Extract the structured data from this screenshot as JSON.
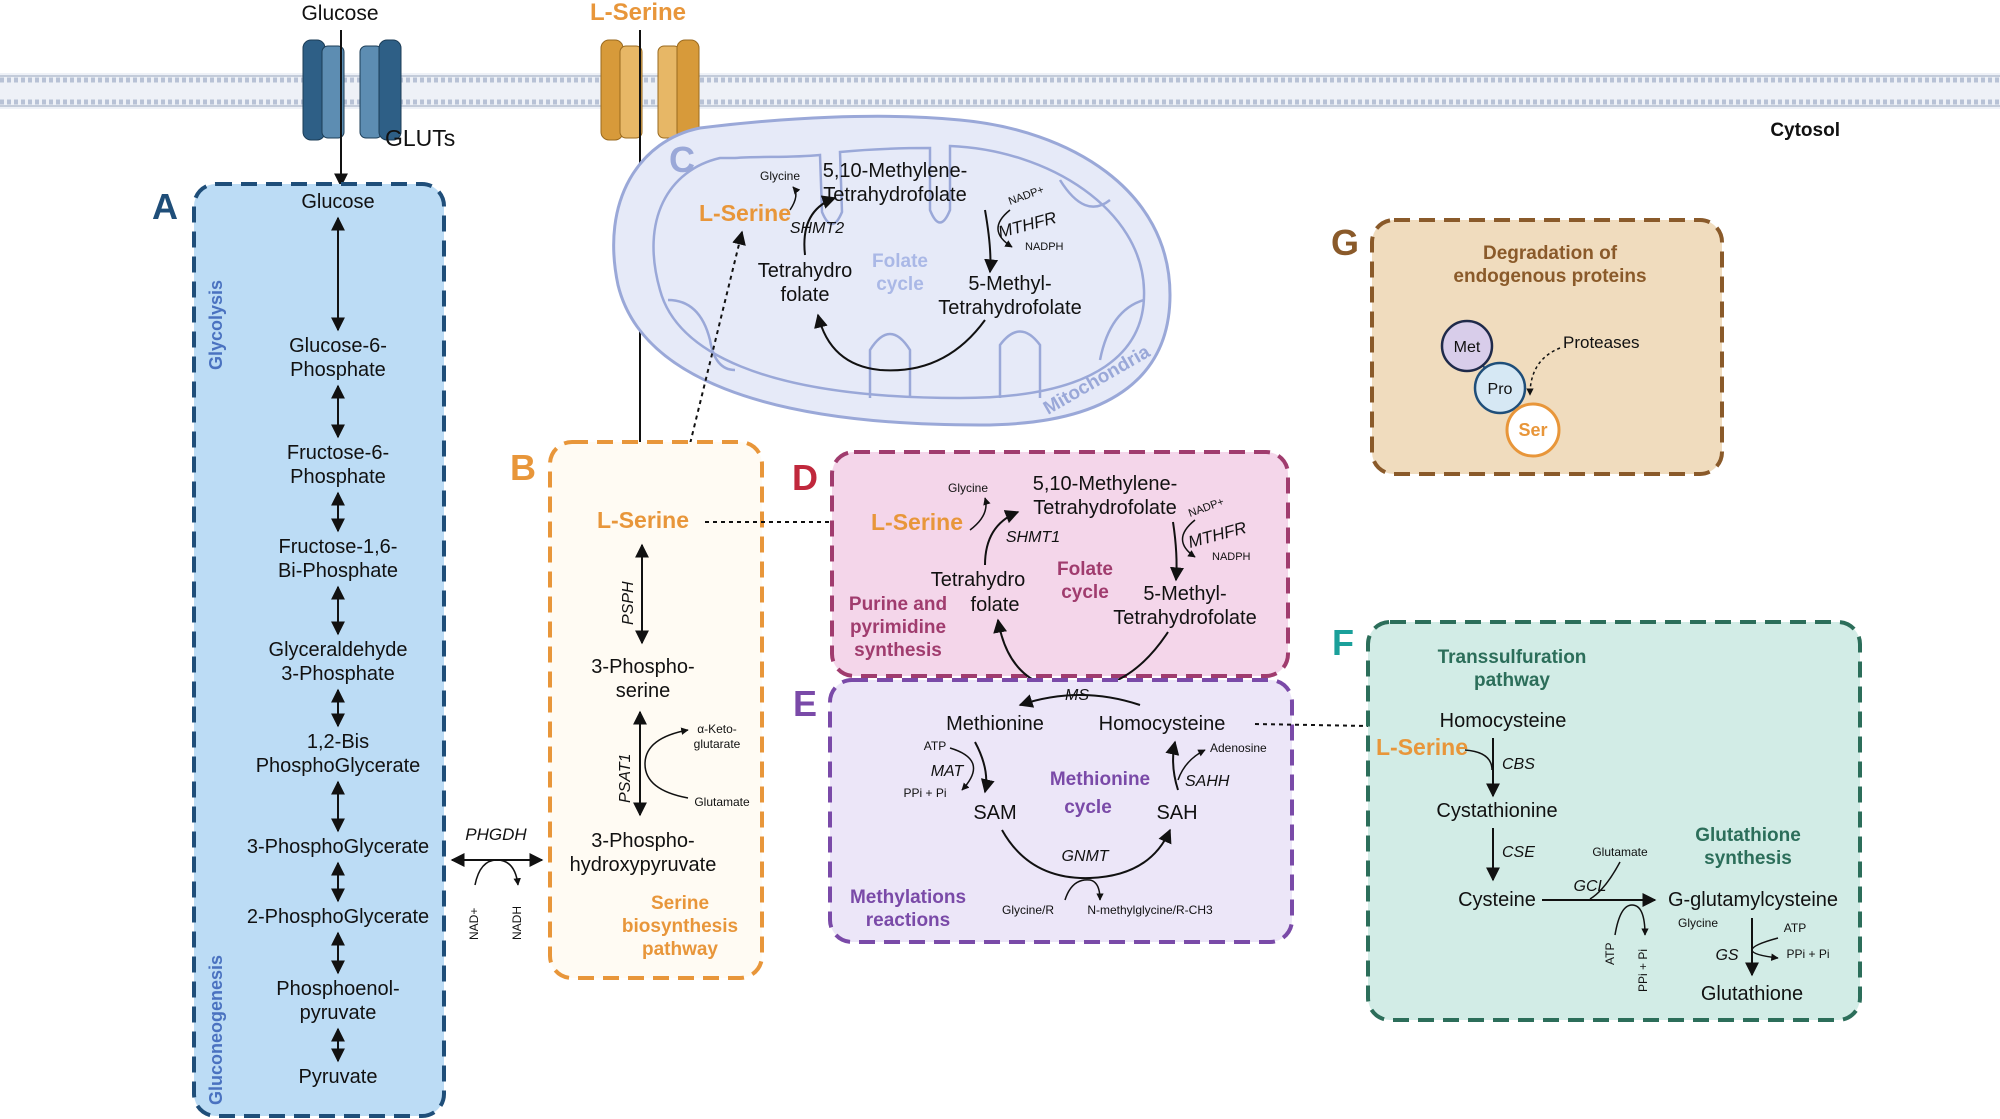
{
  "colors": {
    "A": "#1f4e79",
    "A_fill": "#bcdcf5",
    "A_text": "#4a72c0",
    "B": "#e8963a",
    "B_fill": "#fffbf3",
    "C": "#9aa8d8",
    "C_fill": "#e6eaf8",
    "D": "#a03c6e",
    "D_fill": "#f4d6ea",
    "D_letter": "#c0283c",
    "E": "#7a4aa8",
    "E_fill": "#ece6f8",
    "F": "#2c6e5a",
    "F_fill": "#d2ece6",
    "F_letter": "#1aa09a",
    "G": "#8a5a2a",
    "G_fill": "#f0dcbe",
    "serine": "#e8963a",
    "glucose_transporter": "#2e5f86",
    "serine_transporter": "#d79a3a"
  },
  "membrane": {
    "glucose": "Glucose",
    "serine": "L-Serine",
    "gluts": "GLUTs",
    "cytosol": "Cytosol"
  },
  "panel_a": {
    "letter": "A",
    "glycolysis": "Glycolysis",
    "gluconeogenesis": "Gluconeogenesis",
    "metabolites": [
      [
        "Glucose"
      ],
      [
        "Glucose-6-",
        "Phosphate"
      ],
      [
        "Fructose-6-",
        "Phosphate"
      ],
      [
        "Fructose-1,6-",
        "Bi-Phosphate"
      ],
      [
        "Glyceraldehyde",
        "3-Phosphate"
      ],
      [
        "1,2-Bis",
        "PhosphoGlycerate"
      ],
      [
        "3-PhosphoGlycerate"
      ],
      [
        "2-PhosphoGlycerate"
      ],
      [
        "Phosphoenol-",
        "pyruvate"
      ],
      [
        "Pyruvate"
      ]
    ]
  },
  "phgdh": {
    "enzyme": "PHGDH",
    "nad": "NAD+",
    "nadh": "NADH"
  },
  "panel_b": {
    "letter": "B",
    "lserine": "L-Serine",
    "psph": "PSPH",
    "phosphoserine": [
      "3-Phospho-",
      "serine"
    ],
    "psat1": "PSAT1",
    "akg": [
      "α-Keto-",
      "glutarate"
    ],
    "glutamate": "Glutamate",
    "phosphohydroxypyruvate": [
      "3-Phospho-",
      "hydroxypyruvate"
    ],
    "title": [
      "Serine",
      "biosynthesis",
      "pathway"
    ]
  },
  "panel_c": {
    "letter": "C",
    "lserine": "L-Serine",
    "glycine": "Glycine",
    "methylene": [
      "5,10-Methylene-",
      "Tetrahydrofolate"
    ],
    "shmt": "SHMT2",
    "nadp": "NADP+",
    "mthfr": "MTHFR",
    "nadph": "NADPH",
    "thf": [
      "Tetrahydro",
      "folate"
    ],
    "cycle": [
      "Folate",
      "cycle"
    ],
    "methyl": [
      "5-Methyl-",
      "Tetrahydrofolate"
    ],
    "mito": "Mitochondria"
  },
  "panel_d": {
    "letter": "D",
    "lserine": "L-Serine",
    "glycine": "Glycine",
    "methylene": [
      "5,10-Methylene-",
      "Tetrahydrofolate"
    ],
    "shmt": "SHMT1",
    "nadp": "NADP+",
    "mthfr": "MTHFR",
    "nadph": "NADPH",
    "thf": [
      "Tetrahydro",
      "folate"
    ],
    "cycle": [
      "Folate",
      "cycle"
    ],
    "methyl": [
      "5-Methyl-",
      "Tetrahydrofolate"
    ],
    "purine": [
      "Purine and",
      "pyrimidine",
      "synthesis"
    ]
  },
  "panel_e": {
    "letter": "E",
    "ms": "MS",
    "methionine": "Methionine",
    "homocysteine": "Homocysteine",
    "atp": "ATP",
    "mat": "MAT",
    "ppi": "PPi + Pi",
    "sam": "SAM",
    "cycle": [
      "Methionine",
      "cycle"
    ],
    "adenosine": "Adenosine",
    "sahh": "SAHH",
    "sah": "SAH",
    "gnmt": "GNMT",
    "glycine_r": "Glycine/R",
    "nmg": "N-methylglycine/R-CH3",
    "title": [
      "Methylations",
      "reactions"
    ]
  },
  "panel_f": {
    "letter": "F",
    "title": [
      "Transsulfuration",
      "pathway"
    ],
    "homocysteine": "Homocysteine",
    "lserine": "L-Serine",
    "cbs": "CBS",
    "cystathionine": "Cystathionine",
    "cse": "CSE",
    "cysteine": "Cysteine",
    "glutamate": "Glutamate",
    "gcl": "GCL",
    "gsh_title": [
      "Glutathione",
      "synthesis"
    ],
    "ggc": "G-glutamylcysteine",
    "glycine": "Glycine",
    "atp": "ATP",
    "gs": "GS",
    "ppi": "PPi + Pi",
    "glutathione": "Glutathione"
  },
  "panel_g": {
    "letter": "G",
    "title": [
      "Degradation of",
      "endogenous proteins"
    ],
    "met": "Met",
    "pro": "Pro",
    "ser": "Ser",
    "proteases": "Proteases"
  }
}
